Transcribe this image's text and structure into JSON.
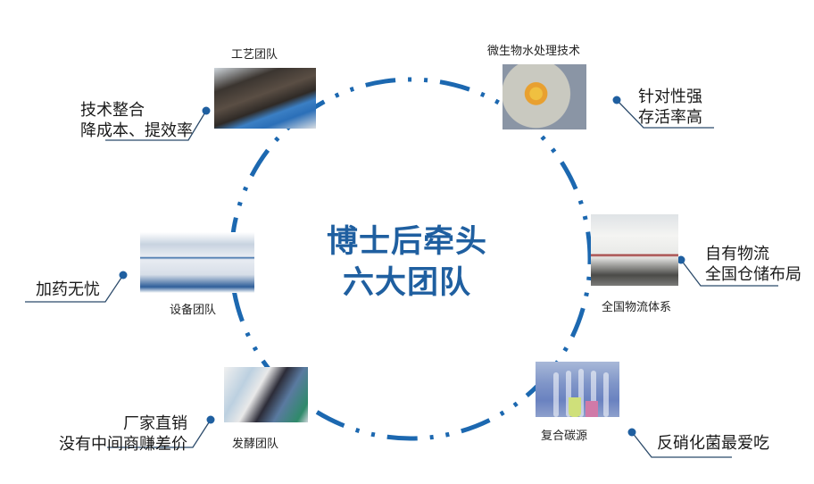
{
  "title": {
    "line1": "博士后牵头",
    "line2": "六大团队"
  },
  "teams": [
    {
      "id": "process",
      "label": "工艺团队",
      "benefit": [
        "技术整合",
        "降成本、提效率"
      ]
    },
    {
      "id": "microbe",
      "label": "微生物水处理技术",
      "benefit": [
        "针对性强",
        "存活率高"
      ]
    },
    {
      "id": "logistics",
      "label": "全国物流体系",
      "benefit": [
        "自有物流",
        "全国仓储布局"
      ]
    },
    {
      "id": "carbon",
      "label": "复合碳源",
      "benefit": [
        "反硝化菌最爱吃"
      ]
    },
    {
      "id": "ferment",
      "label": "发酵团队",
      "benefit": [
        "厂家直销",
        "没有中间商赚差价"
      ]
    },
    {
      "id": "equipment",
      "label": "设备团队",
      "benefit": [
        "加药无忧"
      ]
    }
  ],
  "colors": {
    "primary_blue": "#1f5fa0",
    "ring_blue": "#1c68b0",
    "ring_dot": "#2a5f8f",
    "line_dark": "#2b4a6a",
    "text": "#1a1a1a"
  }
}
